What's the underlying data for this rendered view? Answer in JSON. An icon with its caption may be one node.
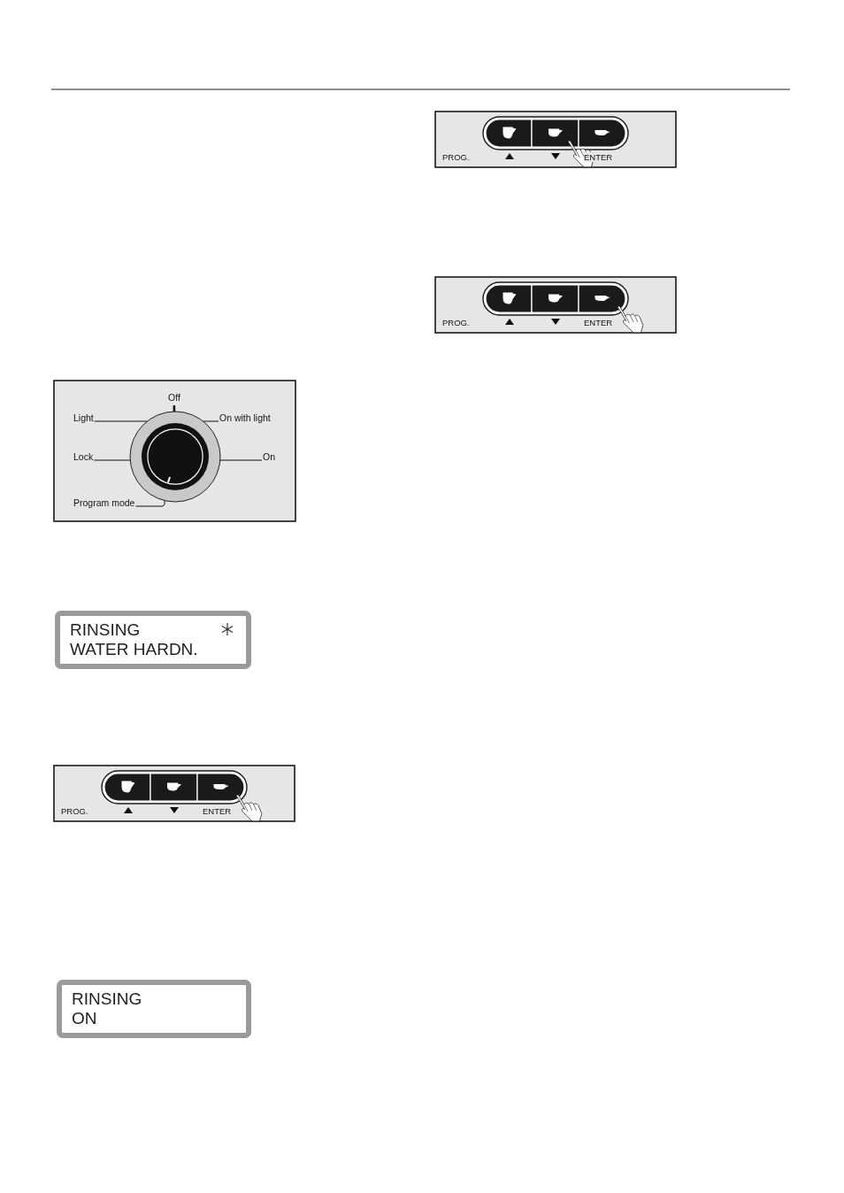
{
  "diagram": {
    "nodes": [
      {
        "text": [
          "Light"
        ]
      },
      {
        "text": [
          "Off"
        ]
      },
      {
        "text": [
          "On with light"
        ]
      },
      {
        "text": [
          "Lock"
        ]
      },
      {
        "text": [
          "On"
        ]
      },
      {
        "text": [
          "Program mode"
        ]
      },
      {
        "text": [],
        "shape": "circle"
      },
      {
        "text": [
          "RINSING",
          "WATER HARDN."
        ]
      },
      {
        "text": [
          "RINSING",
          "ON"
        ]
      }
    ],
    "edges": [
      {
        "from": 0,
        "to": 6,
        "arrow": "none"
      },
      {
        "from": 1,
        "to": 6,
        "arrow": "none"
      },
      {
        "from": 2,
        "to": 6,
        "arrow": "none"
      },
      {
        "from": 3,
        "to": 6,
        "arrow": "none"
      },
      {
        "from": 4,
        "to": 6,
        "arrow": "none"
      },
      {
        "from": 5,
        "to": 6,
        "arrow": "none"
      }
    ],
    "labels": [
      "PROG.",
      "ENTER",
      "PROG.",
      "ENTER",
      "PROG.",
      "ENTER"
    ]
  }
}
